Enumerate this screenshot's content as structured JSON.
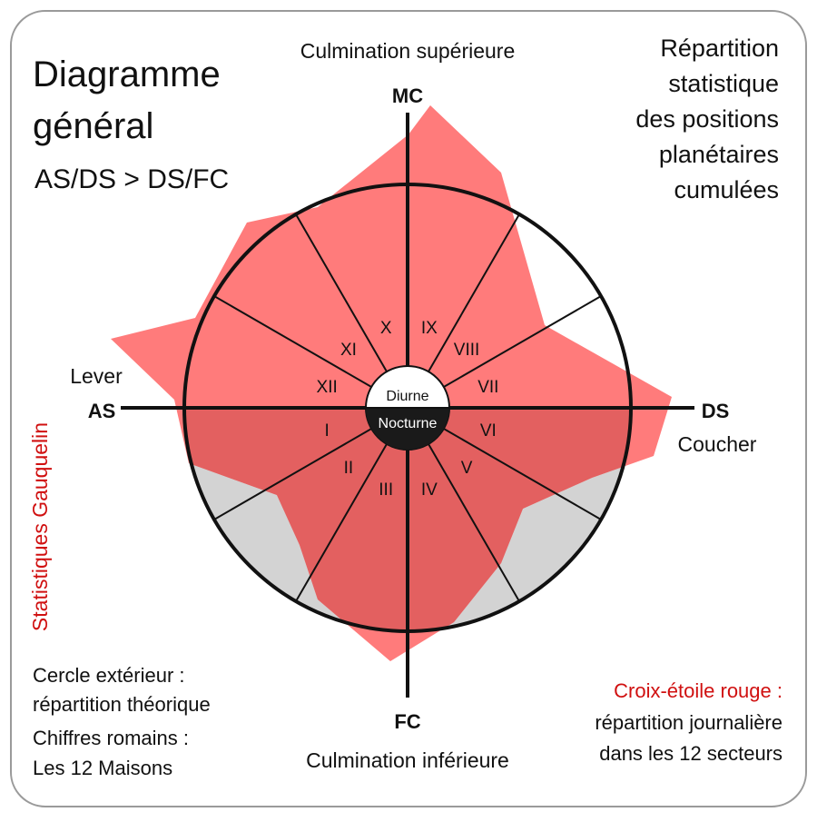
{
  "title": {
    "line1": "Diagramme",
    "line2": "général",
    "subtitle": "AS/DS > DS/FC"
  },
  "description": {
    "lines": [
      "Répartition",
      "statistique",
      "des positions",
      "planétaires",
      "cumulées"
    ]
  },
  "axes": {
    "top": "MC",
    "bottom": "FC",
    "left": "AS",
    "right": "DS",
    "top_caption": "Culmination supérieure",
    "bottom_caption": "Culmination inférieure",
    "left_caption": "Lever",
    "right_caption": "Coucher"
  },
  "side_label": "Statistiques Gauquelin",
  "center": {
    "top": "Diurne",
    "bottom": "Nocturne"
  },
  "houses": [
    "I",
    "II",
    "III",
    "IV",
    "V",
    "VI",
    "VII",
    "VIII",
    "IX",
    "X",
    "XI",
    "XII"
  ],
  "legend": {
    "circle_line1": "Cercle extérieur :",
    "circle_line2": "répartition théorique",
    "roman_line1": "Chiffres romains :",
    "roman_line2": "Les 12 Maisons",
    "star_line1": "Croix-étoile rouge :",
    "star_line2": "répartition journalière",
    "star_line3": "dans les 12 secteurs"
  },
  "colors": {
    "star_fill": "#ff7b7b",
    "night_half": "#d3d3d3",
    "overlay_red": "#e36060",
    "label_red": "#d01010",
    "line": "#111111"
  }
}
